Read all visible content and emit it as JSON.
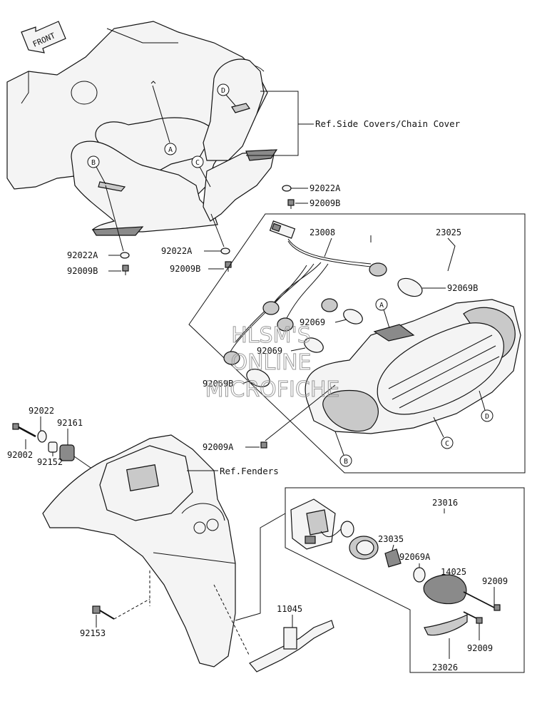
{
  "front_arrow": "FRONT",
  "refs": {
    "side_covers": "Ref.Side Covers/Chain Cover",
    "fenders": "Ref.Fenders"
  },
  "parts": {
    "p92022A_1": "92022A",
    "p92009B_1": "92009B",
    "p92022A_2": "92022A",
    "p92009B_2": "92009B",
    "p92022A_3": "92022A",
    "p92009B_3": "92009B",
    "p23008": "23008",
    "p23025": "23025",
    "p92069B_1": "92069B",
    "p92069_1": "92069",
    "p92069_2": "92069",
    "p92069B_2": "92069B",
    "p92009A": "92009A",
    "p92022": "92022",
    "p92161": "92161",
    "p92002": "92002",
    "p92152": "92152",
    "p23016": "23016",
    "p23035": "23035",
    "p92069A": "92069A",
    "p14025": "14025",
    "p92009_1": "92009",
    "p92009_2": "92009",
    "p92153": "92153",
    "p11045": "11045",
    "p23026": "23026"
  },
  "letters": {
    "a1": "A",
    "b1": "B",
    "c1": "C",
    "d1": "D",
    "a2": "A",
    "b2": "B",
    "c2": "C",
    "d2": "D"
  },
  "watermark": [
    "HLSM'S",
    "ONLINE",
    "MICROFICHE"
  ]
}
